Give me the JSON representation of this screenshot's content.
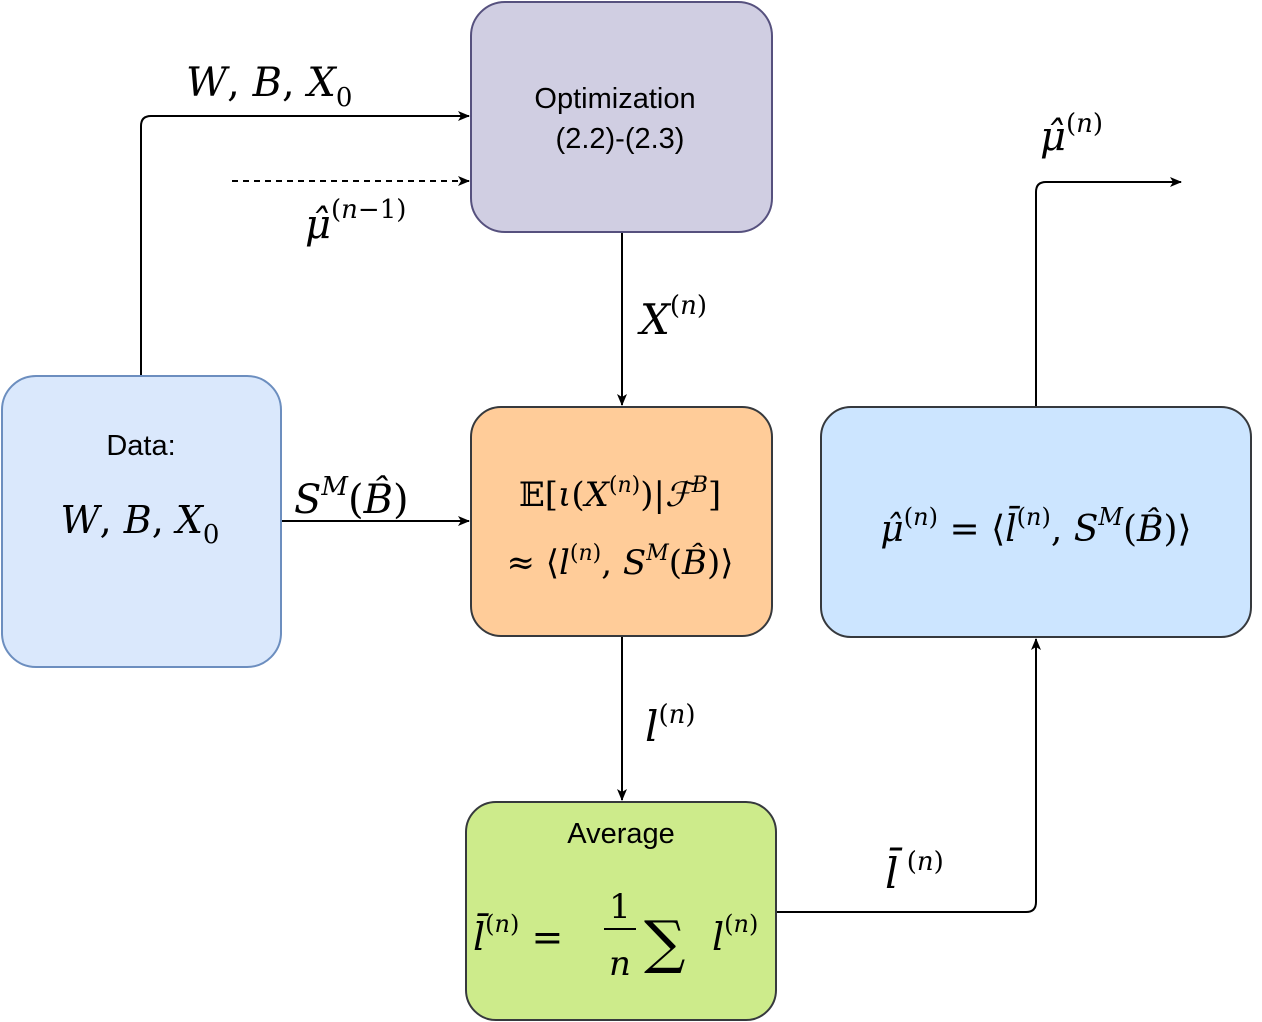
{
  "boxes": {
    "data": {
      "title": "Data:",
      "content": "W, B, X0",
      "fill": "#dae8fc",
      "stroke": "#6c8ebf"
    },
    "optimization": {
      "title": "Optimization",
      "subtitle": "(2.2)-(2.3)",
      "fill": "#d0cee2",
      "stroke": "#56517e"
    },
    "expectation": {
      "line1": "𝔼[ι(X^(n))|ℱ^B]",
      "line2": "≈ ⟨l^(n), S^M(B̂)⟩",
      "fill": "#ffcc99",
      "stroke": "#36393d"
    },
    "average": {
      "title": "Average",
      "formula": "l̄^(n) = (1/n) ∑ l^(n)",
      "fill": "#cdeb8b",
      "stroke": "#36393d"
    },
    "estimate": {
      "formula": "μ̂^(n) = ⟨l̄^(n), S^M(B̂)⟩",
      "fill": "#cce5ff",
      "stroke": "#36393d"
    }
  },
  "edges": {
    "data_to_optimization": "W, B, X0",
    "previous_estimate": "μ̂^(n−1)",
    "optimization_to_expectation": "X^(n)",
    "data_to_expectation": "S^M(B̂)",
    "expectation_to_average": "l^(n)",
    "average_to_estimate": "l̄^(n)",
    "estimate_output": "μ̂^(n)"
  }
}
